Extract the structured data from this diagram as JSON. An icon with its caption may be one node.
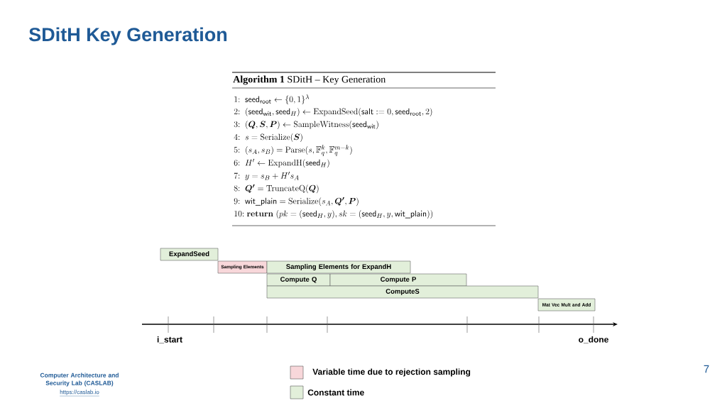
{
  "diagram": {
    "title": "SDitH Key Generation",
    "nodes": [
      {
        "text": [
          "ExpandSeed"
        ]
      },
      {
        "text": [
          "Sampling Elements"
        ]
      },
      {
        "text": [
          "Sampling Elements for ExpandH"
        ]
      },
      {
        "text": [
          "Compute Q"
        ]
      },
      {
        "text": [
          "Compute P"
        ]
      },
      {
        "text": [
          "ComputeS"
        ]
      },
      {
        "text": [
          "Mat Vec Mult and Add"
        ]
      }
    ],
    "labels": [
      "**Algorithm 1** SDitH – Key Generation",
      "\\mathrm{1{:}}\\;\\; \\mathsf{seed}_{\\mathsf{root}} \\leftarrow \\{0,1\\}^{\\lambda}",
      "\\mathrm{2{:}}\\;\\; (\\mathsf{seed}_{\\mathsf{wit}}, \\mathsf{seed}_{H}) \\leftarrow \\mathrm{ExpandSeed}(\\mathsf{salt} := 0, \\mathsf{seed}_{\\mathsf{root}}, 2)",
      "\\mathrm{3{:}}\\;\\; (\\boldsymbol{Q}, \\boldsymbol{S}, \\boldsymbol{P}) \\leftarrow \\mathrm{SampleWitness}(\\mathsf{seed}_{\\mathsf{wit}})",
      "\\mathrm{4{:}}\\;\\; s = \\mathrm{Serialize}(\\boldsymbol{S})",
      "\\mathrm{5{:}}\\;\\; (s_A, s_B) = \\mathrm{Parse}(s, \\mathbb{F}_q^k, \\mathbb{F}_q^{m-k})",
      "\\mathrm{6{:}}\\;\\; H' \\leftarrow \\mathrm{ExpandH}(\\mathsf{seed}_H)",
      "\\mathrm{7{:}}\\;\\; y = s_B + H's_A",
      "\\mathrm{8{:}}\\;\\; \\boldsymbol{Q'} = \\mathrm{TruncateQ}(\\boldsymbol{Q})",
      "\\mathrm{9{:}}\\;\\; \\mathsf{wit\\_plain} = \\mathrm{Serialize}(s_A, \\boldsymbol{Q'}, \\boldsymbol{P})",
      "\\mathrm{10{:}}\\; \\mathbf{return}\\ (pk = (\\mathsf{seed}_H, y), sk = (\\mathsf{seed}_H, y, \\mathsf{wit\\_plain}))",
      "i_start",
      "o_done",
      "7",
      "Computer Architecture and Security Lab (CASLAB)",
      "https://caslab.io"
    ],
    "legend": [
      {
        "text": "Variable time due to rejection sampling",
        "color": "#f8d7da"
      },
      {
        "text": "Constant time",
        "color": "#e2efda"
      }
    ]
  }
}
